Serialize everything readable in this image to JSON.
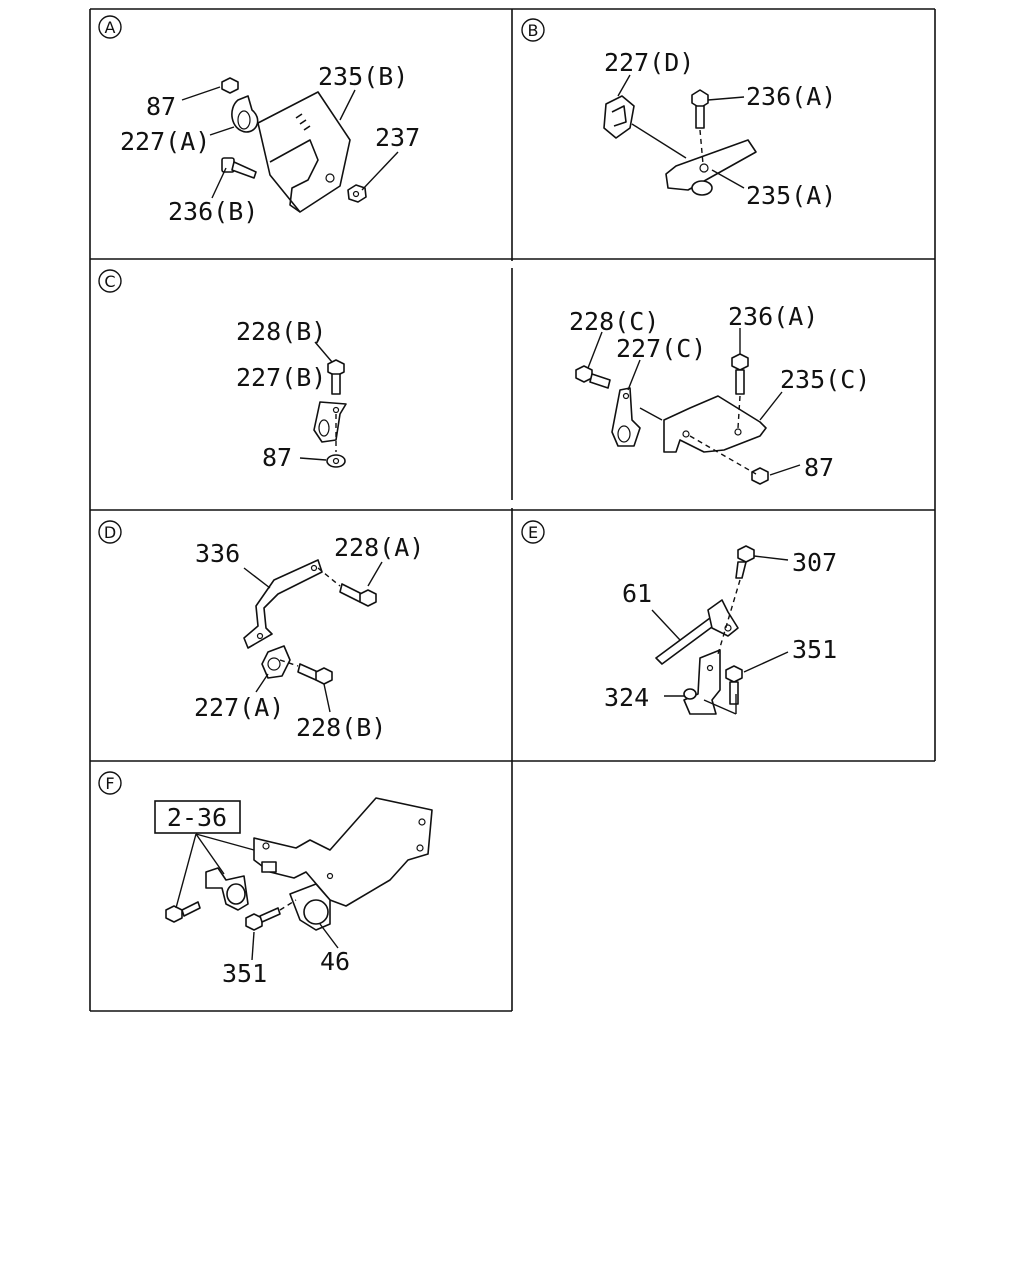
{
  "panels": {
    "a": {
      "marker": "A",
      "labels": {
        "p87": "87",
        "p227a": "227(A)",
        "p235b": "235(B)",
        "p236b": "236(B)",
        "p237": "237"
      }
    },
    "b": {
      "marker": "B",
      "labels": {
        "p227d": "227(D)",
        "p236a": "236(A)",
        "p235a": "235(A)"
      }
    },
    "c": {
      "marker": "C",
      "labels": {
        "p228b": "228(B)",
        "p227b": "227(B)",
        "p87": "87"
      }
    },
    "c2": {
      "labels": {
        "p228c": "228(C)",
        "p227c": "227(C)",
        "p236a": "236(A)",
        "p235c": "235(C)",
        "p87": "87"
      }
    },
    "d": {
      "marker": "D",
      "labels": {
        "p336": "336",
        "p228a": "228(A)",
        "p227a": "227(A)",
        "p228b": "228(B)"
      }
    },
    "e": {
      "marker": "E",
      "labels": {
        "p307": "307",
        "p61": "61",
        "p351": "351",
        "p324": "324"
      }
    },
    "f": {
      "marker": "F",
      "labels": {
        "ref": "2-36",
        "p351": "351",
        "p46": "46"
      }
    }
  }
}
